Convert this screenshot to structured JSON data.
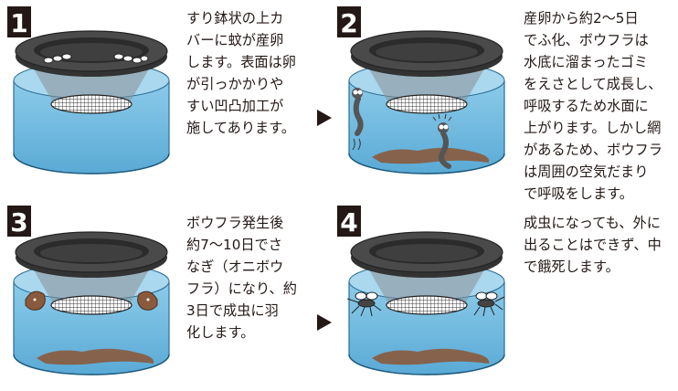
{
  "steps": [
    {
      "number": "1",
      "lines": [
        "すり鉢状の上カ",
        "バーに蚊が産卵",
        "します。表面は卵",
        "が引っかかりや",
        "すい凹凸加工が",
        "施してあります。"
      ]
    },
    {
      "number": "2",
      "lines": [
        "産卵から約2～5日",
        "でふ化、ボウフラは",
        "水底に溜まったゴミ",
        "をえさとして成長し、",
        "呼吸するため水面に",
        "上がります。しかし網",
        "があるため、ボウフラ",
        "は周囲の空気だまり",
        "で呼吸をします。"
      ]
    },
    {
      "number": "3",
      "lines": [
        "ボウフラ発生後",
        "約7～10日でさ",
        "なぎ（オニボウ",
        "フラ）になり、約",
        "3日で成虫に羽",
        "化します。"
      ]
    },
    {
      "number": "4",
      "lines": [
        "成虫になっても、外に",
        "出ることはできず、中",
        "で餓死します。"
      ]
    }
  ],
  "colors": {
    "badge": "#231815",
    "water": "#6fb8de",
    "water_light": "#aad6ee",
    "lid_dark": "#3a3a3a",
    "lid_inner": "#555555",
    "sediment": "#8a5a3c",
    "arrow": "#231815"
  },
  "icons": [
    "arrow-right-icon",
    "larva-icon",
    "pupa-icon",
    "mosquito-icon",
    "mosquito-egg-icon"
  ]
}
